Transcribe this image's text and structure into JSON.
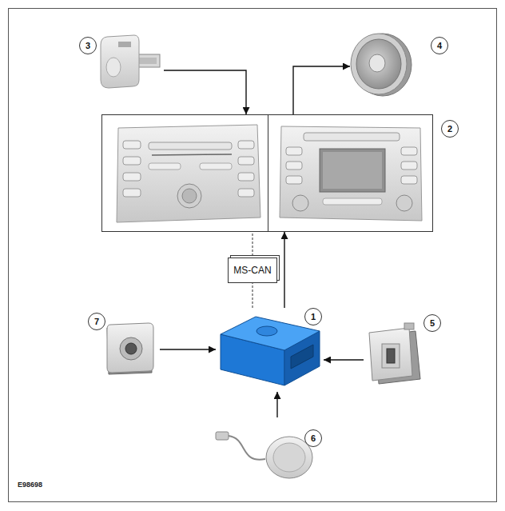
{
  "diagram": {
    "nodes": [
      {
        "text": [
          "3"
        ]
      },
      {
        "text": [
          "4"
        ]
      },
      {
        "text": [
          "2"
        ]
      },
      {
        "text": [
          "7"
        ]
      },
      {
        "text": [
          "1"
        ]
      },
      {
        "text": [
          "5"
        ]
      },
      {
        "text": [
          "6"
        ]
      }
    ],
    "edges": [
      {
        "from": 0,
        "to": 2,
        "arrow": "to"
      },
      {
        "from": 2,
        "to": 1,
        "arrow": "to"
      },
      {
        "from": 4,
        "to": 2,
        "arrow": "none",
        "label": "MS-CAN"
      },
      {
        "from": 4,
        "to": 2,
        "arrow": "to"
      },
      {
        "from": 3,
        "to": 4,
        "arrow": "to"
      },
      {
        "from": 5,
        "to": 4,
        "arrow": "to"
      },
      {
        "from": 6,
        "to": 4,
        "arrow": "to"
      }
    ],
    "labels": [
      "E98698"
    ]
  }
}
